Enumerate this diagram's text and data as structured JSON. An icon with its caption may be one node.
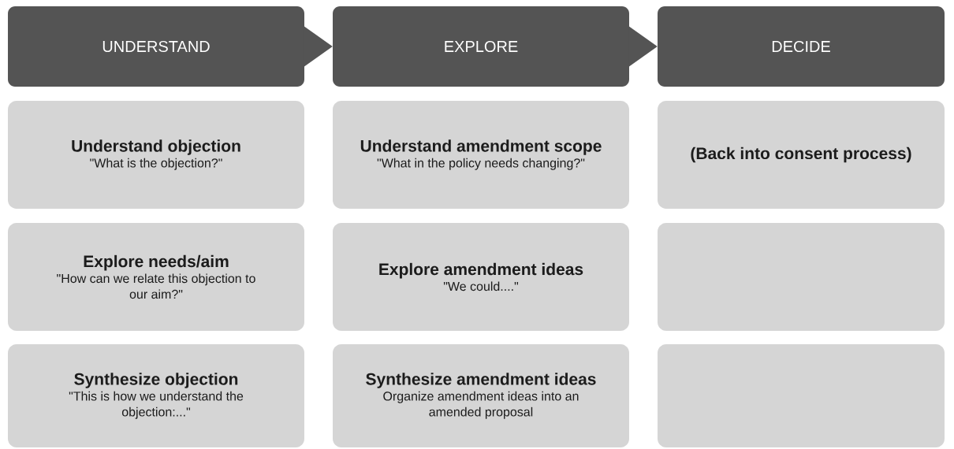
{
  "diagram": {
    "nodes": [
      {
        "text": [
          "UNDERSTAND"
        ]
      },
      {
        "text": [
          "EXPLORE"
        ]
      },
      {
        "text": [
          "DECIDE"
        ]
      },
      {
        "text": [
          "Understand objection",
          "\"What is the objection?\""
        ]
      },
      {
        "text": [
          "Understand amendment scope",
          "\"What in the policy needs changing?\""
        ]
      },
      {
        "text": [
          "(Back into consent process)"
        ]
      },
      {
        "text": [
          "Explore needs/aim",
          "\"How can we relate this objection to our aim?\""
        ]
      },
      {
        "text": [
          "Explore amendment ideas",
          "\"We could....\""
        ]
      },
      {
        "text": [],
        "shape": "box"
      },
      {
        "text": [
          "Synthesize objection",
          "\"This is how we understand the objection:...\""
        ]
      },
      {
        "text": [
          "Synthesize amendment ideas",
          "Organize amendment ideas into an amended proposal"
        ]
      },
      {
        "text": [],
        "shape": "box"
      }
    ],
    "edges": [
      {
        "from": 0,
        "to": 1,
        "arrow": "to"
      },
      {
        "from": 1,
        "to": 2,
        "arrow": "to"
      }
    ]
  }
}
